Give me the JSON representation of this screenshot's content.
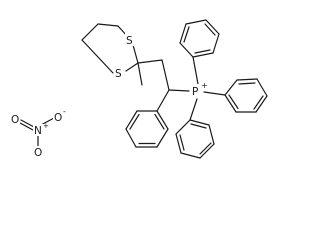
{
  "atoms": {
    "s1": "S",
    "s2": "S",
    "phosphorus": "P",
    "phosphorus_charge": "+",
    "nitrate_n": "N",
    "nitrate_o_top": "O",
    "nitrate_o_top_charge": "-",
    "nitrate_o_left": "O",
    "nitrate_o_bottom": "O",
    "nitrate_n_charge": "+"
  }
}
